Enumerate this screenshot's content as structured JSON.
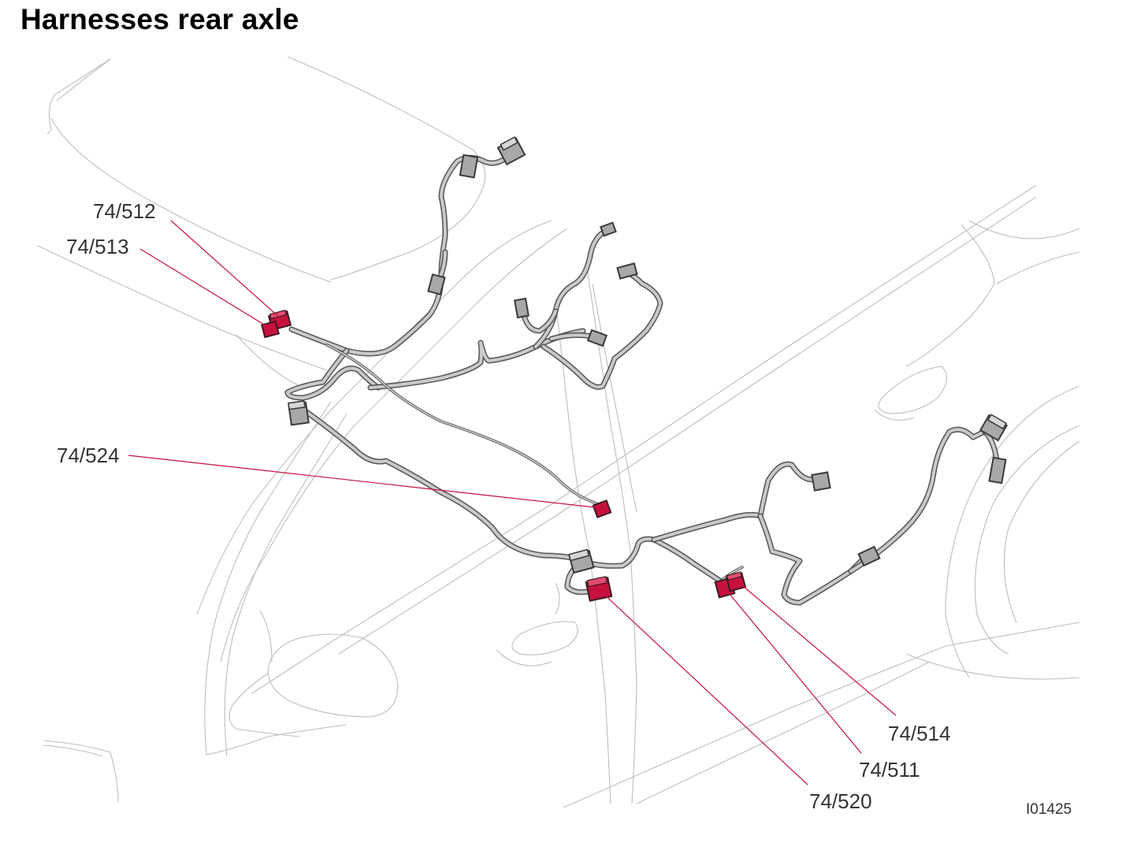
{
  "title": "Harnesses rear axle",
  "figure_id": "I01425",
  "colors": {
    "highlight_connector": "#c8103e",
    "harness": "#c9c9c9",
    "connector": "#a8a8a8",
    "car_outline": "#bdbdbd"
  },
  "callouts": [
    {
      "id": "c512",
      "label": "74/512"
    },
    {
      "id": "c513",
      "label": "74/513"
    },
    {
      "id": "c524",
      "label": "74/524"
    },
    {
      "id": "c514",
      "label": "74/514"
    },
    {
      "id": "c511",
      "label": "74/511"
    },
    {
      "id": "c520",
      "label": "74/520"
    }
  ]
}
